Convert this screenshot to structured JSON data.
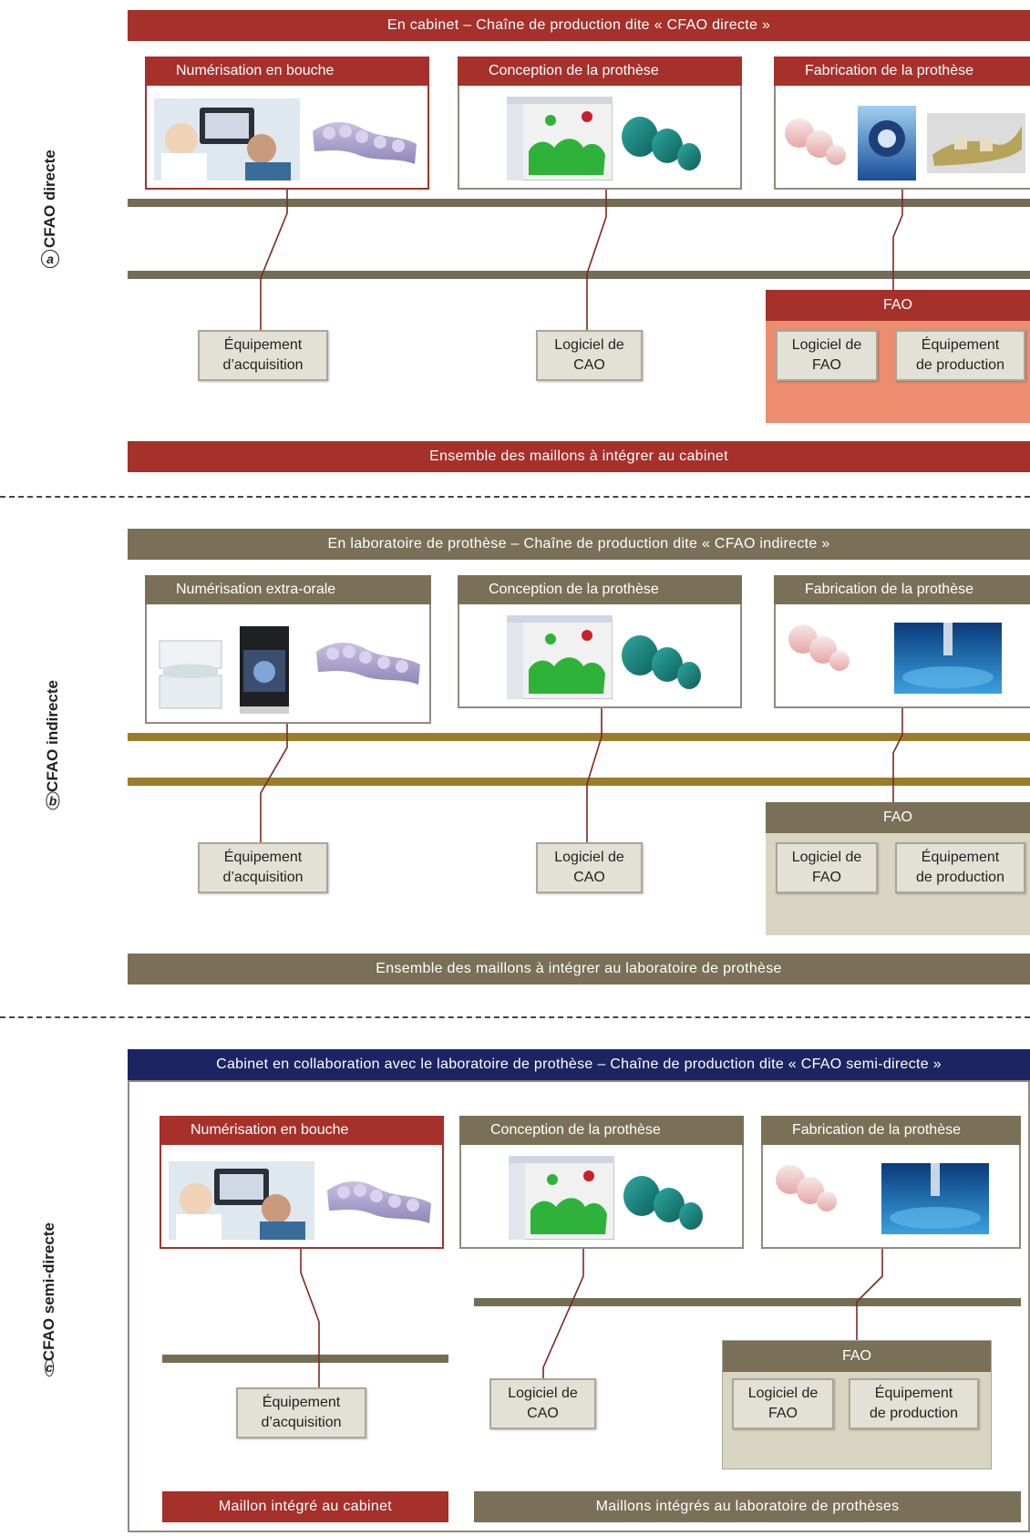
{
  "sections": {
    "a": {
      "side_label": "CFAO directe",
      "side_letter": "a",
      "banner": "En cabinet  – Chaîne de production dite « CFAO directe  »",
      "card1_title": "Numérisation en bouche",
      "card2_title": "Conception de la prothèse",
      "card3_title": "Fabrication de la prothèse",
      "equip": "Équipement\nd’acquisition",
      "logiciel_cao": "Logiciel de\nCAO",
      "fao_title": "FAO",
      "logiciel_fao": "Logiciel de\nFAO",
      "equip_prod": "Équipement\nde production",
      "footer": "Ensemble des maillons à intégrer au cabinet"
    },
    "b": {
      "side_label": "CFAO indirecte",
      "side_letter": "b",
      "banner": "En laboratoire de prothèse  – Chaîne de production dite « CFAO indirecte  »",
      "card1_title": "Numérisation extra-orale",
      "card2_title": "Conception de la prothèse",
      "card3_title": "Fabrication de la prothèse",
      "equip": "Équipement\nd’acquisition",
      "logiciel_cao": "Logiciel de\nCAO",
      "fao_title": "FAO",
      "logiciel_fao": "Logiciel de\nFAO",
      "equip_prod": "Équipement\nde production",
      "footer": "Ensemble des maillons à intégrer au laboratoire de prothèse"
    },
    "c": {
      "side_label": "CFAO semi-directe",
      "side_letter": "c",
      "banner": "Cabinet en collaboration avec le laboratoire de prothèse  – Chaîne de production dite « CFAO semi-directe  »",
      "card1_title": "Numérisation en bouche",
      "card2_title": "Conception de la prothèse",
      "card3_title": "Fabrication de la prothèse",
      "equip": "Équipement\nd’acquisition",
      "logiciel_cao": "Logiciel de\nCAO",
      "fao_title": "FAO",
      "logiciel_fao": "Logiciel de\nFAO",
      "equip_prod": "Équipement\nde production",
      "footer_left": "Maillon intégré au cabinet",
      "footer_right": "Maillons intégrés au laboratoire de prothèses"
    }
  },
  "colors": {
    "red": "#a6302a",
    "olive": "#7a7057",
    "navy": "#1c2562",
    "fao_red_panel": "#ec8d70",
    "fao_grey_panel": "#d9d5c3",
    "gold_rail": "#9a7d2c"
  }
}
